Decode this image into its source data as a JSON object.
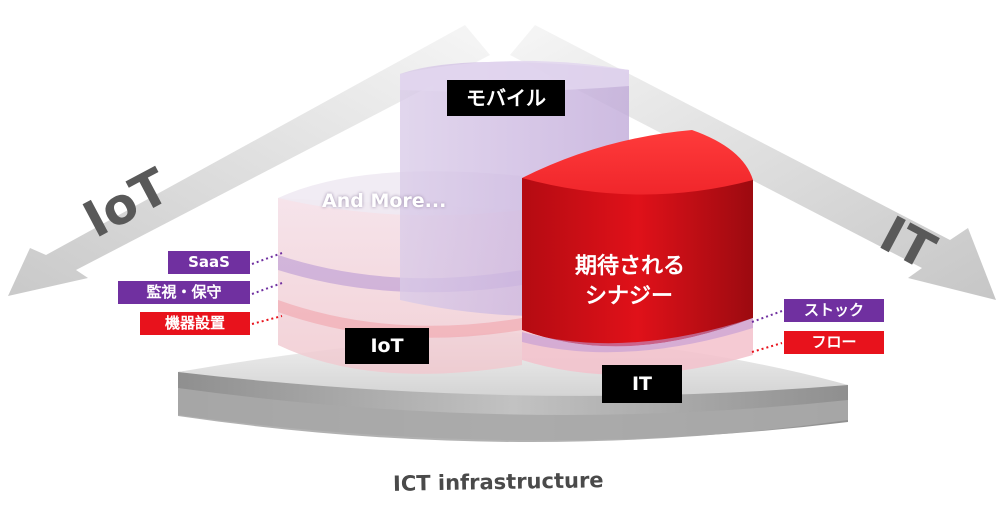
{
  "arrows": {
    "left_label": "IoT",
    "right_label": "IT"
  },
  "base": {
    "label": "ICT infrastructure"
  },
  "blocks": {
    "iot": {
      "label": "IoT",
      "top_label": "And More..."
    },
    "mobile": {
      "label": "モバイル"
    },
    "it": {
      "label": "IT",
      "center_label_line1": "期待される",
      "center_label_line2": "シナジー"
    }
  },
  "left_tags": [
    {
      "text": "SaaS",
      "color": "#7030a0"
    },
    {
      "text": "監視・保守",
      "color": "#7030a0"
    },
    {
      "text": "機器設置",
      "color": "#e8121c"
    }
  ],
  "right_tags": [
    {
      "text": "ストック",
      "color": "#7030a0"
    },
    {
      "text": "フロー",
      "color": "#e8121c"
    }
  ]
}
